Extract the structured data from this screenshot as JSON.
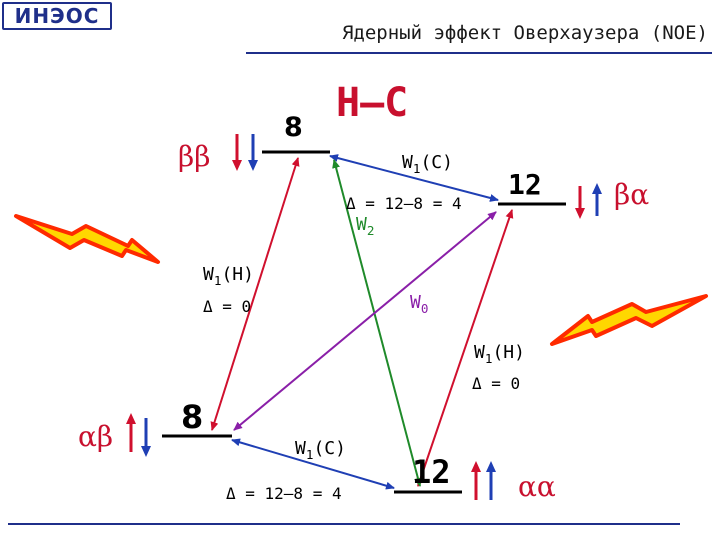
{
  "header": {
    "logo_text": "ИНЭОС",
    "title": "Ядерный эффект Оверхаузера (NOE)"
  },
  "diagram": {
    "pair_label": "H–C",
    "states": {
      "bb": {
        "spin_label": "ββ",
        "value": "8"
      },
      "ba": {
        "spin_label": "βα",
        "value": "12"
      },
      "ab": {
        "spin_label": "αβ",
        "value": "8"
      },
      "aa": {
        "spin_label": "αα",
        "value": "12"
      }
    },
    "transitions": {
      "w1c_top": {
        "main": "W",
        "sub": "1",
        "suffix": "(C)"
      },
      "w1c_bottom": {
        "main": "W",
        "sub": "1",
        "suffix": "(C)"
      },
      "w1h_left": {
        "main": "W",
        "sub": "1",
        "suffix": "(H)"
      },
      "w1h_right": {
        "main": "W",
        "sub": "1",
        "suffix": "(H)"
      },
      "w2": {
        "main": "W",
        "sub": "2"
      },
      "w0": {
        "main": "W",
        "sub": "0"
      }
    },
    "deltas": {
      "top": "Δ = 12–8 = 4",
      "bottom": "Δ = 12–8 = 4",
      "left": "Δ = 0",
      "right": "Δ = 0"
    },
    "colors": {
      "red": "#d0102e",
      "blue": "#1f3fb4",
      "green": "#1f8a2a",
      "purple": "#8a1fa8",
      "lightning_fill": "#ffd700",
      "lightning_stroke": "#ff2a00",
      "footer_line": "#1f2f8a"
    }
  }
}
